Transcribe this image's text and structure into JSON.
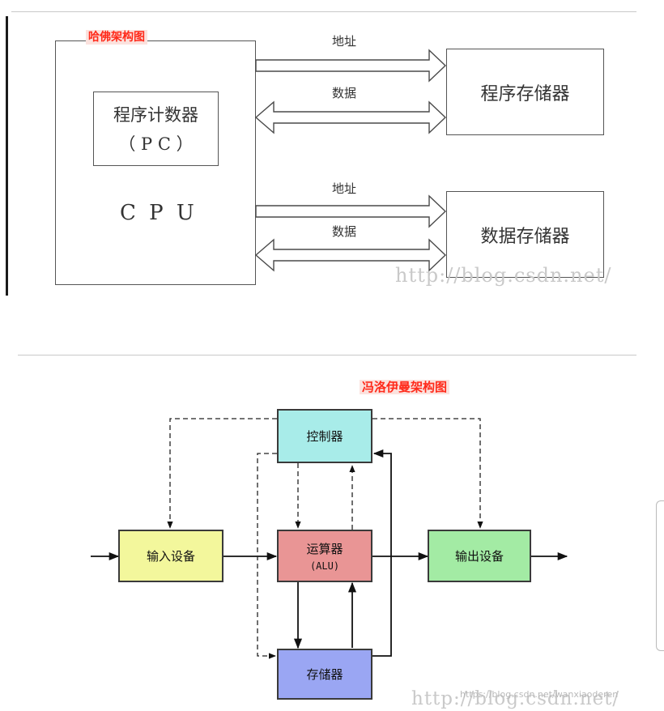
{
  "harvard": {
    "tag": "哈佛架构图",
    "cpu": {
      "label": "C P U"
    },
    "pc": {
      "line1": "程序计数器",
      "line2": "（ P C ）"
    },
    "program_memory": "程序存储器",
    "data_memory": "数据存储器",
    "address_label_1": "地址",
    "data_label_1": "数据",
    "address_label_2": "地址",
    "data_label_2": "数据",
    "watermark": "http://blog.csdn.net/"
  },
  "von_neumann": {
    "tag": "冯洛伊曼架构图",
    "controller": {
      "label": "控制器",
      "color": "#a8ece9"
    },
    "alu": {
      "label": "运算器",
      "sub": "(ALU)",
      "color": "#e99595"
    },
    "memory": {
      "label": "存储器",
      "color": "#9aa6f3"
    },
    "input": {
      "label": "输入设备",
      "color": "#f3f79c"
    },
    "output": {
      "label": "输出设备",
      "color": "#a3eba4"
    },
    "watermark": "http://blog.csdn.net/",
    "watermark_small": "https://blog.csdn.net/wanxiaoderen"
  }
}
